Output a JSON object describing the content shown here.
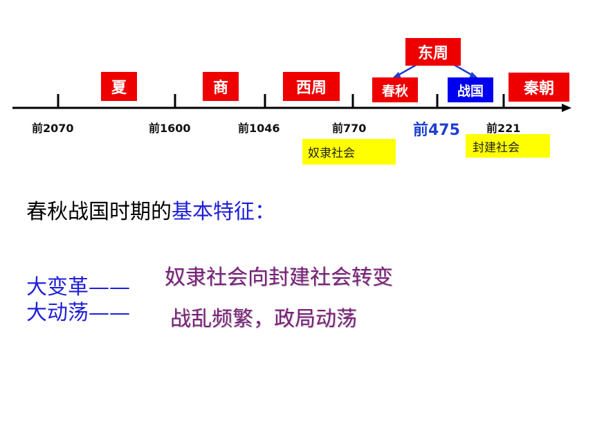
{
  "timeline": {
    "eras": [
      {
        "id": "xia",
        "label": "夏"
      },
      {
        "id": "shang",
        "label": "商"
      },
      {
        "id": "xizhou",
        "label": "西周"
      },
      {
        "id": "dongzhou",
        "label": "东周"
      },
      {
        "id": "chunqiu",
        "label": "春秋"
      },
      {
        "id": "zhanguo",
        "label": "战国"
      },
      {
        "id": "qin",
        "label": "秦朝"
      }
    ],
    "ticks": [
      {
        "label": "前2070"
      },
      {
        "label": "前1600"
      },
      {
        "label": "前1046"
      },
      {
        "label": "前770"
      },
      {
        "label": "前475"
      },
      {
        "label": "前221"
      }
    ],
    "notes": {
      "slave": "奴隶社会",
      "feudal": "封建社会"
    },
    "colors": {
      "era_red": "#ee0000",
      "era_blue": "#0000ee",
      "note_yellow": "#ffff00",
      "tick_blue": "#1f3fd0"
    }
  },
  "features": {
    "heading_prefix": "春秋战国时期的",
    "heading_highlight": "基本特征",
    "heading_suffix": "：",
    "items": [
      {
        "label": "大变革——",
        "desc": "奴隶社会向封建社会转变"
      },
      {
        "label": "大动荡——",
        "desc": "战乱频繁，政局动荡"
      }
    ]
  }
}
